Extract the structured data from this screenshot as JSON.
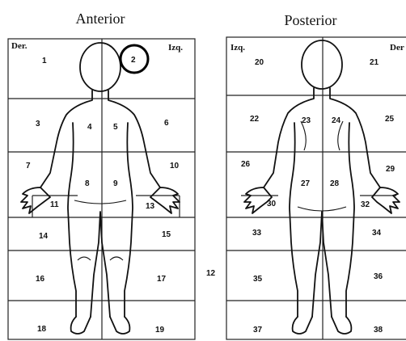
{
  "figure": {
    "front_title": "Anterior",
    "back_title": "Posterior",
    "front_left_corner": "Der.",
    "front_right_corner": "Izq.",
    "back_left_corner": "Izq.",
    "back_right_corner": "Der",
    "highlighted_region": "2",
    "middle_label": "12",
    "front_regions": [
      "1",
      "2",
      "3",
      "4",
      "5",
      "6",
      "7",
      "8",
      "9",
      "10",
      "11",
      "13",
      "14",
      "15",
      "16",
      "17",
      "18",
      "19"
    ],
    "back_regions": [
      "20",
      "21",
      "22",
      "23",
      "24",
      "25",
      "26",
      "27",
      "28",
      "29",
      "30",
      "32",
      "33",
      "34",
      "35",
      "36",
      "37",
      "38"
    ]
  }
}
